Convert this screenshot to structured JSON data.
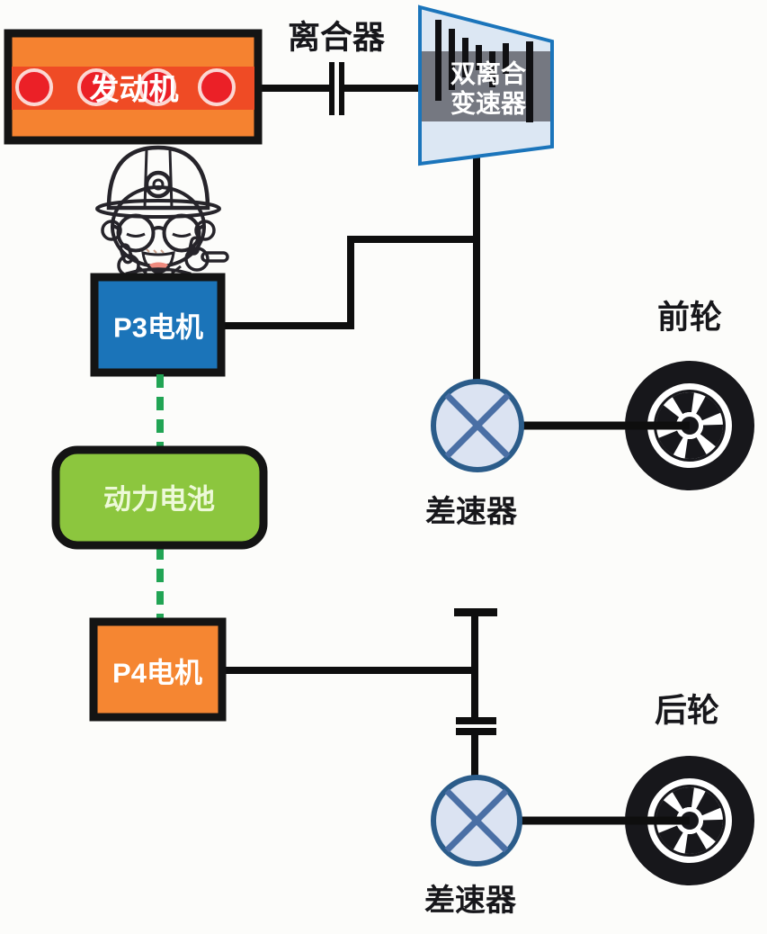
{
  "canvas": {
    "background": "#FCFCFA"
  },
  "nodes": {
    "engine": {
      "label": "发动机",
      "fill": "#F58230",
      "band_fill": "#EF4B25",
      "cylinder_fill": "#EB2027",
      "cylinder_count": 4,
      "text_color": "#FFFFFF"
    },
    "clutch": {
      "label": "离合器"
    },
    "transmission": {
      "label": "双离合变速器",
      "lines": [
        "双离合",
        "变速器"
      ],
      "fill": "#DCE7F3",
      "border": "#1B75BB",
      "band_fill": "#6B6F77",
      "text_color": "#FFFFFF"
    },
    "p3_motor": {
      "label": "P3电机",
      "fill": "#1B74B9",
      "text_color": "#FFFFFF"
    },
    "battery": {
      "label": "动力电池",
      "fill": "#8CC63E",
      "text_color": "#EDF9D8"
    },
    "p4_motor": {
      "label": "P4电机",
      "fill": "#F58632",
      "text_color": "#FFFFFF"
    },
    "front_differential": {
      "label": "差速器",
      "fill": "#DBE3F2",
      "border": "#2B5C8A",
      "cross_color": "#4A6FA5"
    },
    "rear_differential": {
      "label": "差速器",
      "fill": "#DBE3F2",
      "border": "#2B5C8A",
      "cross_color": "#4A6FA5"
    },
    "front_wheel": {
      "label": "前轮",
      "tire_color": "#17171B"
    },
    "rear_wheel": {
      "label": "后轮",
      "tire_color": "#17171B"
    }
  },
  "mascot": {
    "name": "engineer-cartoon",
    "helmet_color": "#F3D02F",
    "skin_color": "#FDE7CE",
    "shirt_color": "#62A9D8"
  },
  "connections": {
    "mechanical_color": "#0E0E0E",
    "electrical_color": "#21A454",
    "electrical_style": "dashed",
    "links": [
      {
        "from": "engine",
        "to": "transmission",
        "via": "clutch",
        "type": "mechanical"
      },
      {
        "from": "p3_motor",
        "to": "transmission_output_shaft",
        "type": "mechanical"
      },
      {
        "from": "transmission",
        "to": "front_differential",
        "type": "mechanical"
      },
      {
        "from": "front_differential",
        "to": "front_wheel",
        "type": "mechanical"
      },
      {
        "from": "p3_motor",
        "to": "battery",
        "type": "electrical"
      },
      {
        "from": "battery",
        "to": "p4_motor",
        "type": "electrical"
      },
      {
        "from": "p4_motor",
        "to": "rear_differential",
        "via": "gear_pair",
        "type": "mechanical"
      },
      {
        "from": "rear_differential",
        "to": "rear_wheel",
        "type": "mechanical"
      }
    ]
  }
}
